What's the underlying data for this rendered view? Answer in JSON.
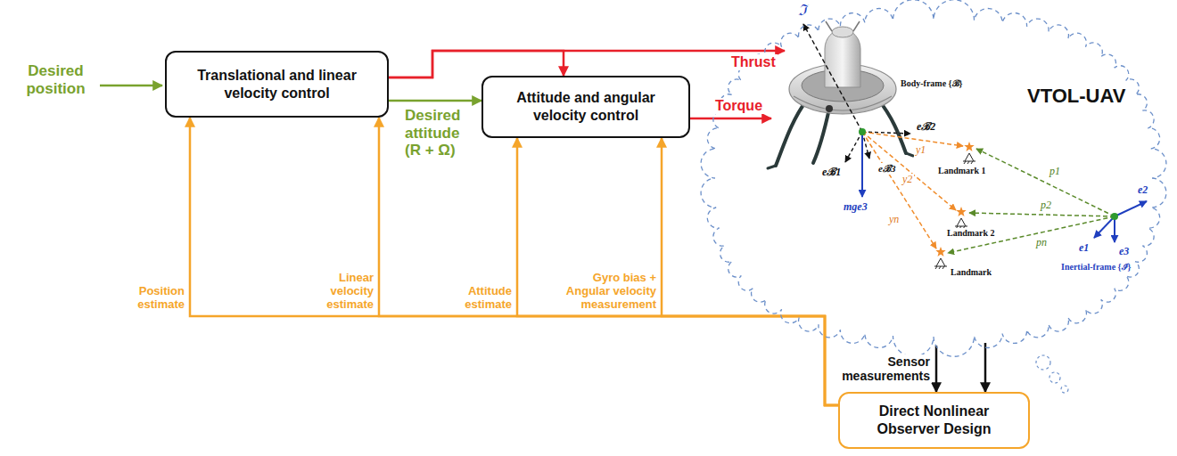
{
  "diagram": {
    "nodes": [
      {
        "text": [
          "Translational and linear velocity control"
        ]
      },
      {
        "text": [
          "Attitude and angular velocity control"
        ]
      },
      {
        "text": [
          "VTOL-UAV"
        ]
      },
      {
        "text": [
          "Direct Nonlinear Observer Design"
        ]
      }
    ],
    "edges": [
      {
        "from": 0,
        "to": 1,
        "label": "Desired attitude (R + Ω)",
        "arrow": "to"
      },
      {
        "from": 0,
        "to": 2,
        "label": "Thrust",
        "arrow": "to"
      },
      {
        "from": 0,
        "to": 1,
        "arrow": "to"
      },
      {
        "from": 1,
        "to": 2,
        "label": "Torque",
        "arrow": "to"
      },
      {
        "from": 2,
        "to": 3,
        "label": "Sensor measurements",
        "arrow": "to"
      },
      {
        "from": 2,
        "to": 3,
        "arrow": "to"
      },
      {
        "from": 3,
        "to": 0,
        "label": "Position estimate",
        "arrow": "to"
      },
      {
        "from": 3,
        "to": 0,
        "label": "Linear velocity estimate",
        "arrow": "to"
      },
      {
        "from": 3,
        "to": 1,
        "label": "Attitude estimate",
        "arrow": "to"
      },
      {
        "from": 3,
        "to": 1,
        "label": "Gyro bias + Angular velocity measurement",
        "arrow": "to"
      }
    ],
    "labels": [
      "Desired position",
      "ℑ",
      "Body-frame {ℬ}",
      "eℬ1",
      "eℬ2",
      "eℬ3",
      "mge3",
      "y1",
      "y2",
      "yn",
      "Landmark 1",
      "Landmark 2",
      "Landmark",
      "p1",
      "p2",
      "pn",
      "e1",
      "e2",
      "e3",
      "Inertial-frame {ℐ}"
    ]
  }
}
